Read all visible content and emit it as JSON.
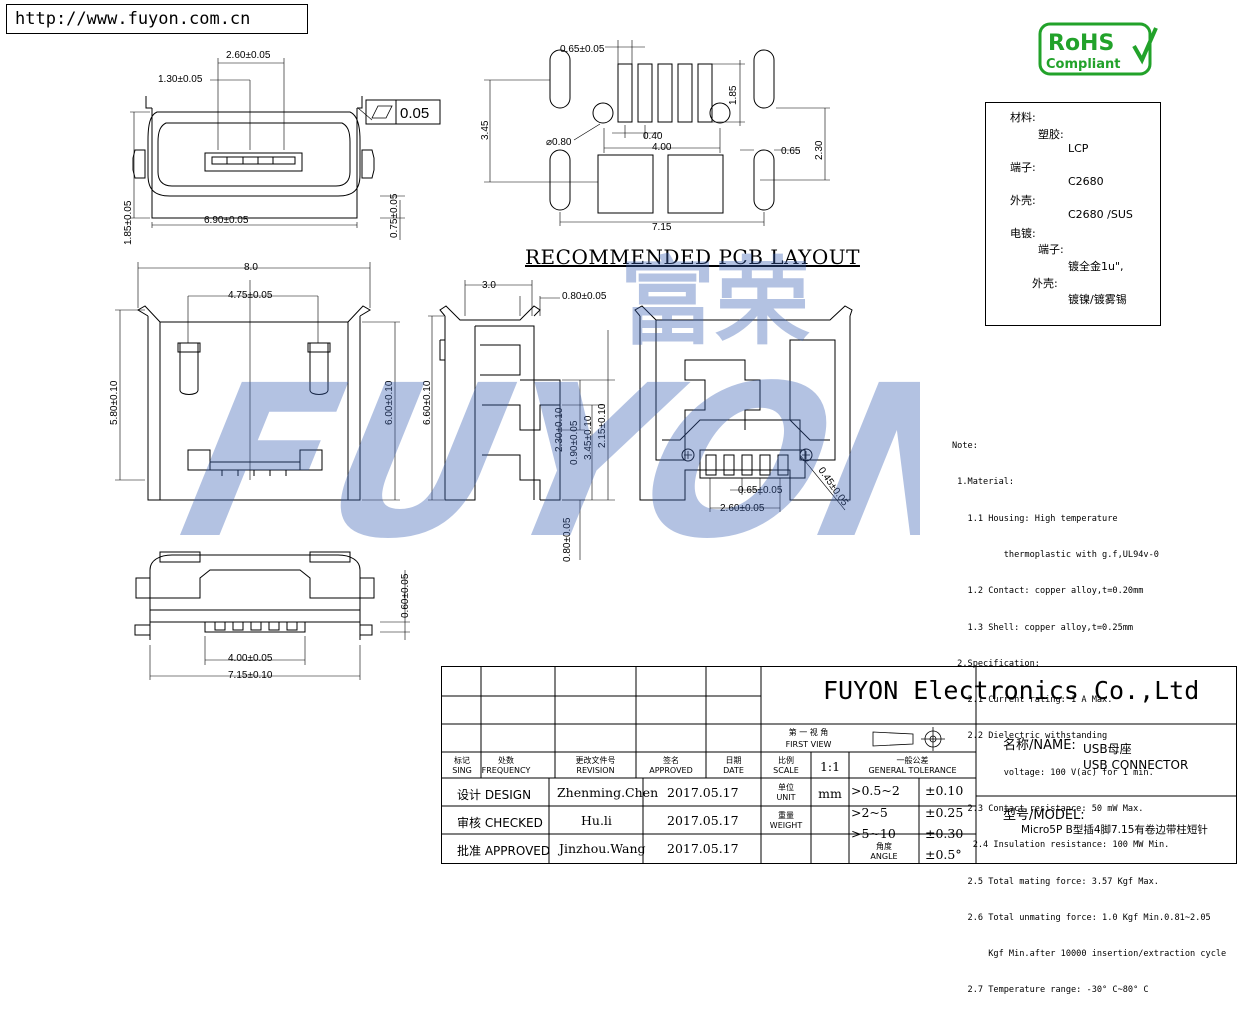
{
  "url": "http://www.fuyon.com.cn",
  "rohs": {
    "line1": "RoHS",
    "line2": "Compliant"
  },
  "watermark": {
    "latin": "FUYON",
    "cjk": "富荣"
  },
  "pcb_title": "RECOMMENDED PCB LAYOUT",
  "flatness": {
    "value": "0.05"
  },
  "dims": {
    "front_top_2_60": "2.60±0.05",
    "front_top_1_30": "1.30±0.05",
    "front_left_1_85": "1.85±0.05",
    "front_bottom_6_90": "6.90±0.05",
    "front_right_0_75": "0.75±0.05",
    "pcb_0_65": "0.65±0.05",
    "pcb_3_45": "3.45",
    "pcb_phi": "⌀0.80",
    "pcb_0_40": "0.40",
    "pcb_4_00": "4.00",
    "pcb_1_85": "1.85",
    "pcb_2_30": "2.30",
    "pcb_0_65b": "0.65",
    "pcb_7_15": "7.15",
    "top_8_0": "8.0",
    "top_4_75": "4.75±0.05",
    "top_5_80": "5.80±0.10",
    "top_6_00": "6.00±0.10",
    "side_3_0": "3.0",
    "side_0_80": "0.80±0.05",
    "side_6_60": "6.60±0.10",
    "side_2_30": "2.30±0.10",
    "side_0_90": "0.90±0.05",
    "side_3_45": "3.45±0.10",
    "side_2_15": "2.15±0.10",
    "side_0_80b": "0.80±0.05",
    "bottom_0_65": "0.65±0.05",
    "bottom_2_60": "2.60±0.05",
    "bottom_0_45": "0.45±0.05",
    "end_0_60": "0.60±0.05",
    "end_4_00": "4.00±0.05",
    "end_7_15": "7.15±0.10"
  },
  "materials": {
    "title": "材料:",
    "plastic_label": "塑胶:",
    "plastic": "LCP",
    "terminal_label": "端子:",
    "terminal": "C2680",
    "shell_label": "外壳:",
    "shell": "C2680 /SUS",
    "plating_label": "电镀:",
    "plating_terminal_label": "端子:",
    "plating_terminal": "镀全金1u\",",
    "plating_shell_label": "外壳:",
    "plating_shell": "镀镍/镀雾锡"
  },
  "notes": [
    "Note:",
    " 1.Material:",
    "   1.1 Housing: High temperature",
    "          thermoplastic with g.f,UL94v-0",
    "   1.2 Contact: copper alloy,t=0.20mm",
    "   1.3 Shell: copper alloy,t=0.25mm",
    " 2.Specification:",
    "   2.1 Current rating: 1 A Max.",
    "   2.2 Dielectric withstanding",
    "          voltage: 100 V(ac) for 1 min.",
    "   2.3 Contact resistance: 50 mW Max.",
    "    2.4 Insulation resistance: 100 MW Min.",
    "   2.5 Total mating force: 3.57 Kgf Max.",
    "   2.6 Total unmating force: 1.0 Kgf Min.0.81~2.05",
    "       Kgf Min.after 10000 insertion/extraction cycle",
    "   2.7 Temperature range: -30° C~80° C"
  ],
  "title_block": {
    "company": "FUYON Electronics Co.,Ltd",
    "first_view_cn": "第 一 视 角",
    "first_view_en": "FIRST VIEW",
    "mark_cn": "标记",
    "mark_en": "SING",
    "freq_cn": "处数",
    "freq_en": "FREQUENCY",
    "rev_cn": "更改文件号",
    "rev_en": "REVISION",
    "appr_cn": "签名",
    "appr_en": "APPROVED",
    "date_cn": "日期",
    "date_en": "DATE",
    "scale_cn": "比例",
    "scale_en": "SCALE",
    "scale": "1:1",
    "tol_cn": "一般公差",
    "tol_en": "GENERAL TOLERANCE",
    "design_label": "设计 DESIGN",
    "design_name": "Zhenming.Chen",
    "design_date": "2017.05.17",
    "checked_label": "审核 CHECKED",
    "checked_name": "Hu.li",
    "checked_date": "2017.05.17",
    "approved_label": "批准 APPROVED",
    "approved_name": "Jinzhou.Wang",
    "approved_date": "2017.05.17",
    "unit_cn": "单位",
    "unit_en": "UNIT",
    "unit": "mm",
    "weight_cn": "重量",
    "weight_en": "WEIGHT",
    "angle_cn": "角度",
    "angle_en": "ANGLE",
    "tol1_range": ">0.5~2",
    "tol1": "±0.10",
    "tol2_range": ">2~5",
    "tol2": "±0.25",
    "tol3_range": ">5~10",
    "tol3": "±0.30",
    "tol4": "±0.5°",
    "name_label": "名称/NAME:",
    "name_cn": "USB母座",
    "name_en": "USB CONNECTOR",
    "model_label": "型号/MODEL:",
    "model": "Micro5P B型插4脚7.15有卷边带柱短针"
  }
}
